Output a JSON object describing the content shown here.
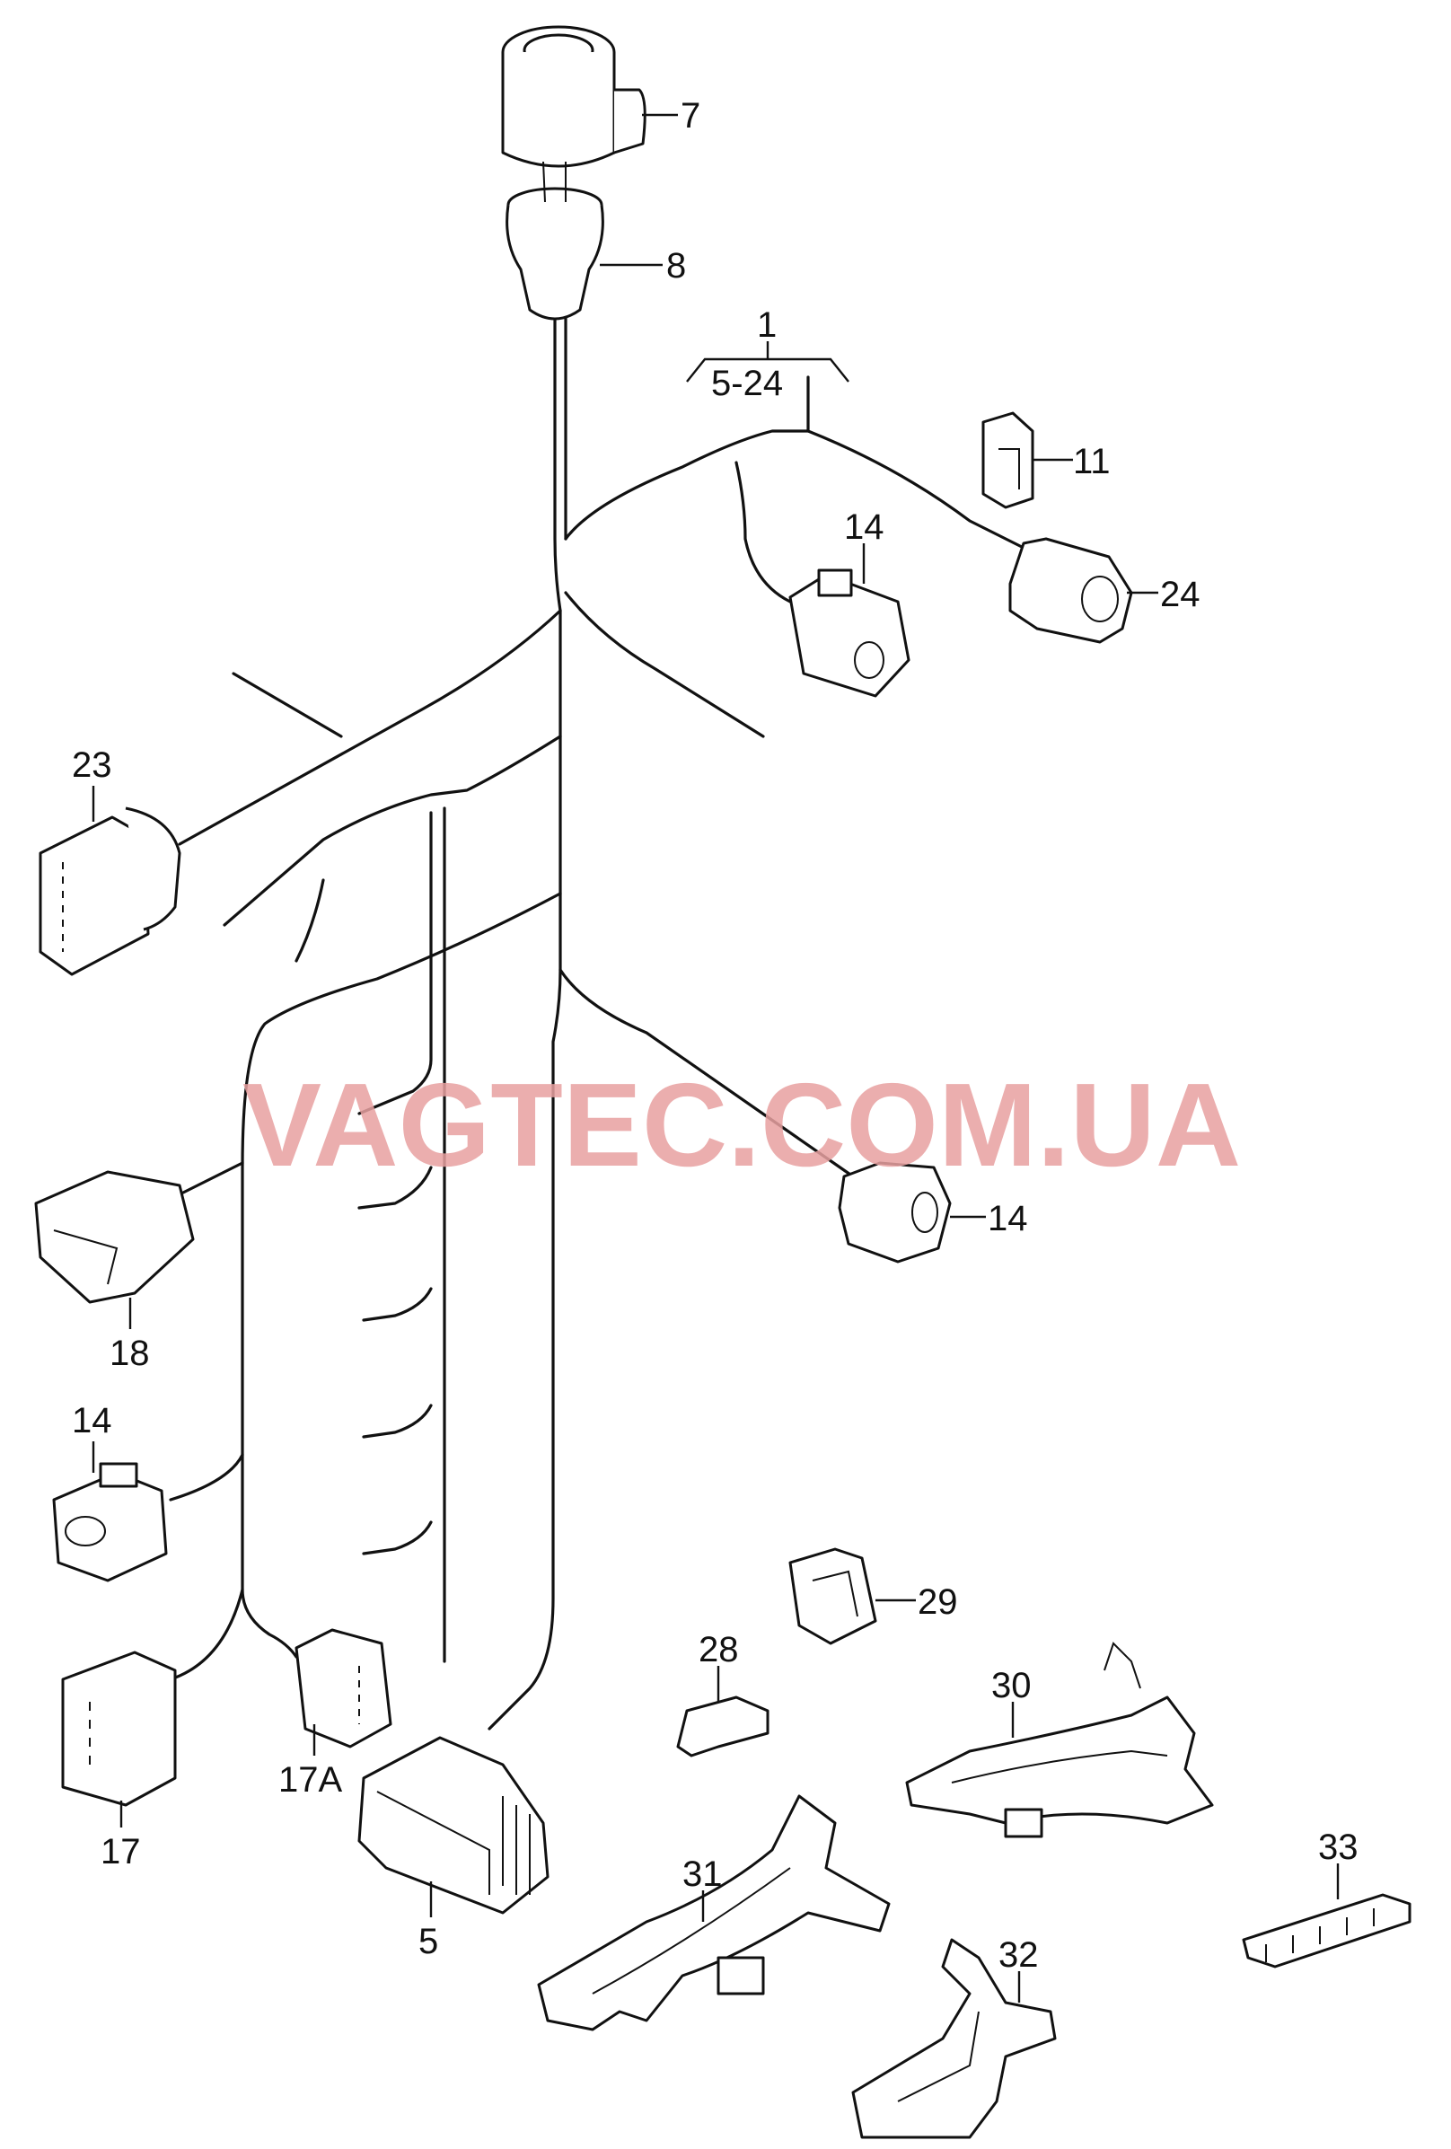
{
  "watermark": "VAGTEC.COM.UA",
  "callouts": {
    "c1": "1",
    "c1_range": "5-24",
    "c7": "7",
    "c8": "8",
    "c11": "11",
    "c14a": "14",
    "c24": "24",
    "c23": "23",
    "c14b": "14",
    "c18": "18",
    "c14c": "14",
    "c17": "17",
    "c17a": "17A",
    "c5": "5",
    "c29": "29",
    "c28": "28",
    "c30": "30",
    "c31": "31",
    "c32": "32",
    "c33": "33"
  },
  "colors": {
    "line": "#111111",
    "watermark": "#e8a1a1"
  }
}
